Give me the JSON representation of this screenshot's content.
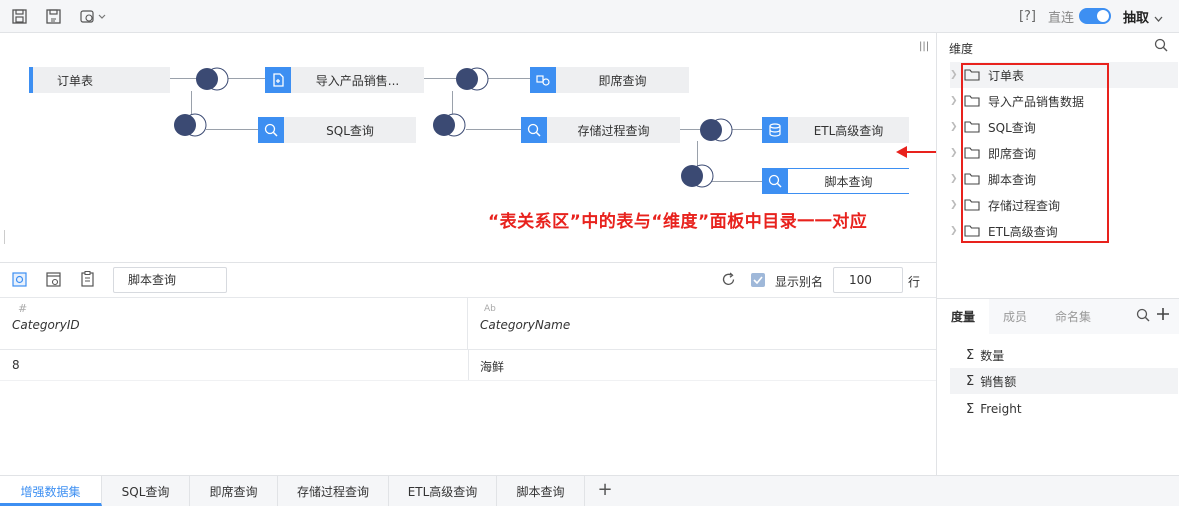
{
  "toolbar": {
    "help": "[?]",
    "direct_label": "直连",
    "extract_label": "抽取",
    "direct_on": true
  },
  "canvas": {
    "nodes": [
      {
        "label": "订单表",
        "icon": "table-icon"
      },
      {
        "label": "导入产品销售...",
        "icon": "import-icon"
      },
      {
        "label": "即席查询",
        "icon": "adhoc-query-icon"
      },
      {
        "label": "SQL查询",
        "icon": "sql-query-icon"
      },
      {
        "label": "存储过程查询",
        "icon": "procedure-query-icon"
      },
      {
        "label": "ETL高级查询",
        "icon": "etl-query-icon"
      },
      {
        "label": "脚本查询",
        "icon": "script-query-icon"
      }
    ],
    "annotation": "“表关系区”中的表与“维度”面板中目录一一对应"
  },
  "grid": {
    "search_value": "脚本查询",
    "show_alias_label": "显示别名",
    "show_alias_checked": true,
    "row_count": "100",
    "row_unit": "行",
    "columns": [
      {
        "type": "#",
        "name": "CategoryID"
      },
      {
        "type": "Ab",
        "name": "CategoryName"
      }
    ],
    "rows": [
      [
        "8",
        "海鲜"
      ]
    ]
  },
  "dimension": {
    "title": "维度",
    "items": [
      "订单表",
      "导入产品销售数据",
      "SQL查询",
      "即席查询",
      "脚本查询",
      "存储过程查询",
      "ETL高级查询"
    ]
  },
  "measure": {
    "tabs": [
      "度量",
      "成员",
      "命名集"
    ],
    "items": [
      "数量",
      "销售额",
      "Freight"
    ],
    "sigma": "Σ"
  },
  "bottom_tabs": [
    "增强数据集",
    "SQL查询",
    "即席查询",
    "存储过程查询",
    "ETL高级查询",
    "脚本查询"
  ],
  "add_tab": "+",
  "colors": {
    "accent": "#3d8ff2",
    "annotation": "#e8221d",
    "join": "#3b4a73"
  }
}
